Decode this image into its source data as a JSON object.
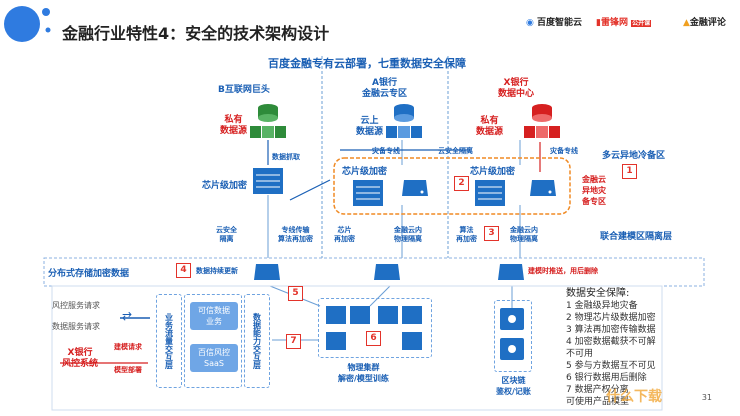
{
  "header": {
    "title": "金融行业特性4：安全的技术架构设计",
    "logos": [
      "百度智能云",
      "雷锋网",
      "公开课",
      "金融评论"
    ]
  },
  "diagram": {
    "subtitle": "百度金融专有云部署，七重数据安全保障",
    "bank_b": {
      "title": "B互联网巨头",
      "private": "私有\n数据源",
      "extract": "数据抓取",
      "chip": "芯片级加密"
    },
    "bank_a": {
      "title": "A银行\n金融云专区",
      "cloud": "云上\n数据源",
      "line": "灾备专线",
      "isolation": "云安全隔离",
      "chip": "芯片级加密"
    },
    "bank_x": {
      "title": "X银行\n数据中心",
      "private": "私有\n数据源",
      "line": "灾备专线",
      "chip": "芯片级加密"
    },
    "multi_cloud": "多云异地冷备区",
    "dr_zone": "金融云\n异地灾\n备专区",
    "gap_labels": [
      "云安全\n隔离",
      "专线传输\n算法再加密",
      "芯片\n再加密",
      "金融云内\n物理隔离",
      "算法\n再加密",
      "金融云内\n物理隔离"
    ],
    "iso_layer": "联合建模区隔离层",
    "storage": "分布式存储加密数据",
    "update": "数据持续更新",
    "push": "建模时推送，用后删除",
    "requests": [
      "风控服务请求",
      "数据服务请求"
    ],
    "x_bank": "X银行\n风控系统",
    "build_req": "建模请求",
    "deploy": "模型部署",
    "flow_layer": "业务流量交互层",
    "trust_svc": "可信数据\n业务",
    "risk_saas": "百信风控\nSaaS",
    "capability_layer": "数据能力交互层",
    "cluster": "物理集群\n解密/模型训练",
    "blockchain": "区块链\n鉴权/记账",
    "numbers": [
      "1",
      "2",
      "3",
      "4",
      "5",
      "6",
      "7"
    ],
    "guarantee": {
      "heading": "数据安全保障:",
      "items": [
        "1  金融级异地灾备",
        "2  物理芯片级数据加密",
        "3  算法再加密传输数据",
        "4  加密数据截获不可解",
        "    不可用",
        "5  参与方数据互不可见",
        "6  银行数据用后删除",
        "7  数据产权分离",
        "    可使用产品模型"
      ]
    },
    "page_number": "31",
    "watermark": "什么下载"
  },
  "colors": {
    "accent": "#1a5fb4",
    "red": "#e3332a",
    "green": "#2e8b3a"
  }
}
